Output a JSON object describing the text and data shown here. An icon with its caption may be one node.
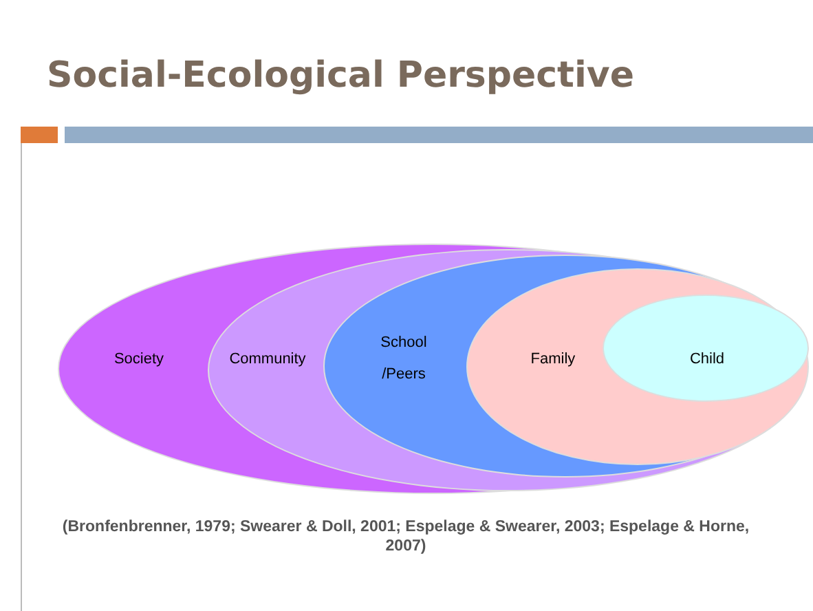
{
  "diagram": {
    "title": "Social-Ecological Perspective",
    "nodes": [
      {
        "text": [
          "Society"
        ]
      },
      {
        "text": [
          "Community"
        ],
        "in": 0
      },
      {
        "text": [
          "School /Peers"
        ],
        "in": 1
      },
      {
        "text": [
          "Family"
        ],
        "in": 2
      },
      {
        "text": [
          "Child"
        ],
        "in": 3
      }
    ],
    "caption": "(Bronfenbrenner, 1979; Swearer & Doll, 2001; Espelage & Swearer, 2003; Espelage & Horne, 2007)"
  }
}
